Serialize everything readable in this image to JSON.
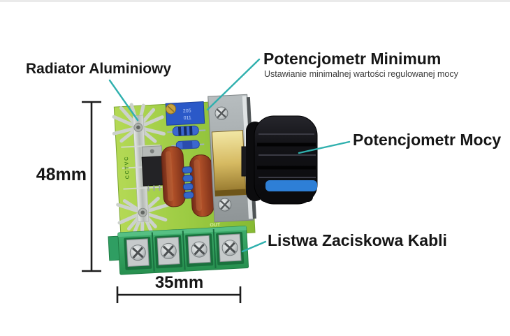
{
  "callouts": {
    "radiator": {
      "label": "Radiator Aluminiowy"
    },
    "minimum": {
      "label": "Potencjometr Minimum",
      "description": "Ustawianie minimalnej wartości regulowanej mocy"
    },
    "power": {
      "label": "Potencjometr Mocy"
    },
    "terminal": {
      "label": "Listwa Zaciskowa Kabli"
    }
  },
  "dimensions": {
    "height": "48mm",
    "width": "35mm"
  },
  "pcb_markings": {
    "side_silk": "CCTVC",
    "out_silk": "OUT",
    "trimmer_top": "205",
    "trimmer_bottom": "011"
  },
  "colors": {
    "callout_line": "#2fb0ae",
    "dimension_line": "#1c1c1c",
    "pcb_green": "#9ccb43",
    "terminal_green": "#2f9e62",
    "heatsink_silver": "#ccd1cc",
    "capacitor_brown": "#8c3a1f",
    "trimmer_blue": "#2b59c8",
    "knob_black": "#111114",
    "knob_blue_ring": "#2e7fd6",
    "brass_gold": "#d6ba62",
    "bracket_gray": "#9aa0a2",
    "label_text": "#161616"
  }
}
